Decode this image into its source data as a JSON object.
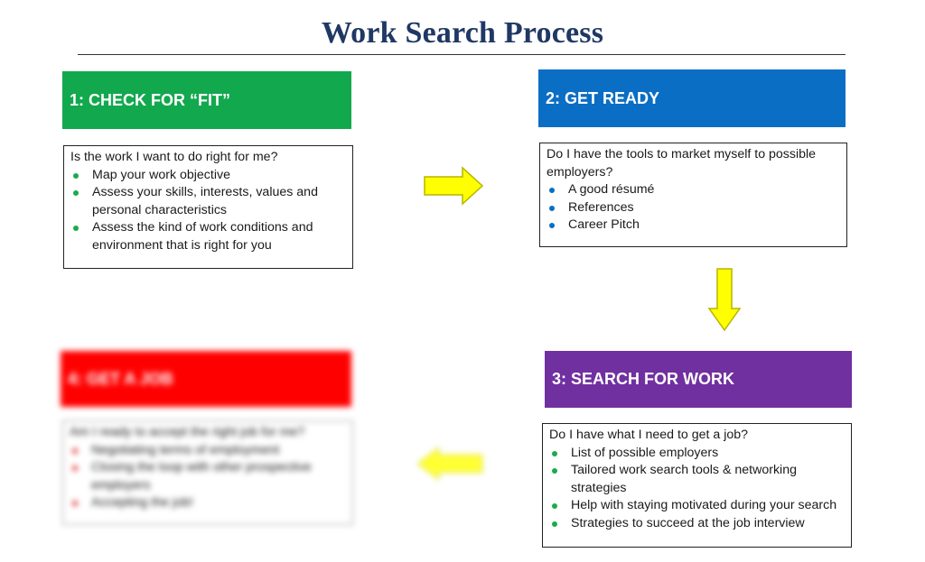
{
  "title": "Work Search Process",
  "colors": {
    "title": "#1f3864",
    "step1": "#12a84e",
    "step2": "#0a6ec4",
    "step3": "#7030a0",
    "step4": "#ff0000",
    "arrow_fill": "#ffff00",
    "arrow_stroke": "#c2c200"
  },
  "steps": [
    {
      "heading": "1: CHECK FOR “FIT”",
      "question": "Is the work I want to do right for me?",
      "bullets": [
        "Map your work objective",
        "Assess your skills, interests, values and personal characteristics",
        "Assess the kind of work conditions and environment that is right for you"
      ]
    },
    {
      "heading": "2: GET READY",
      "question": "Do I have the tools to market myself to possible employers?",
      "bullets": [
        "A good résumé",
        "References",
        "Career Pitch"
      ]
    },
    {
      "heading": "3: SEARCH FOR WORK",
      "question": "Do I have what I need to get a job?",
      "bullets": [
        "List of possible employers",
        "Tailored work search tools & networking strategies",
        "Help with staying motivated during your search",
        "Strategies to succeed at the job interview"
      ]
    },
    {
      "heading": "4: GET A JOB",
      "question": "Am I ready to accept the right job for me?",
      "bullets": [
        "Negotiating terms of employment",
        "Closing the loop with other prospective employers",
        "Accepting the job!"
      ]
    }
  ],
  "arrows": [
    "right-arrow-icon",
    "down-arrow-icon",
    "left-arrow-icon"
  ]
}
